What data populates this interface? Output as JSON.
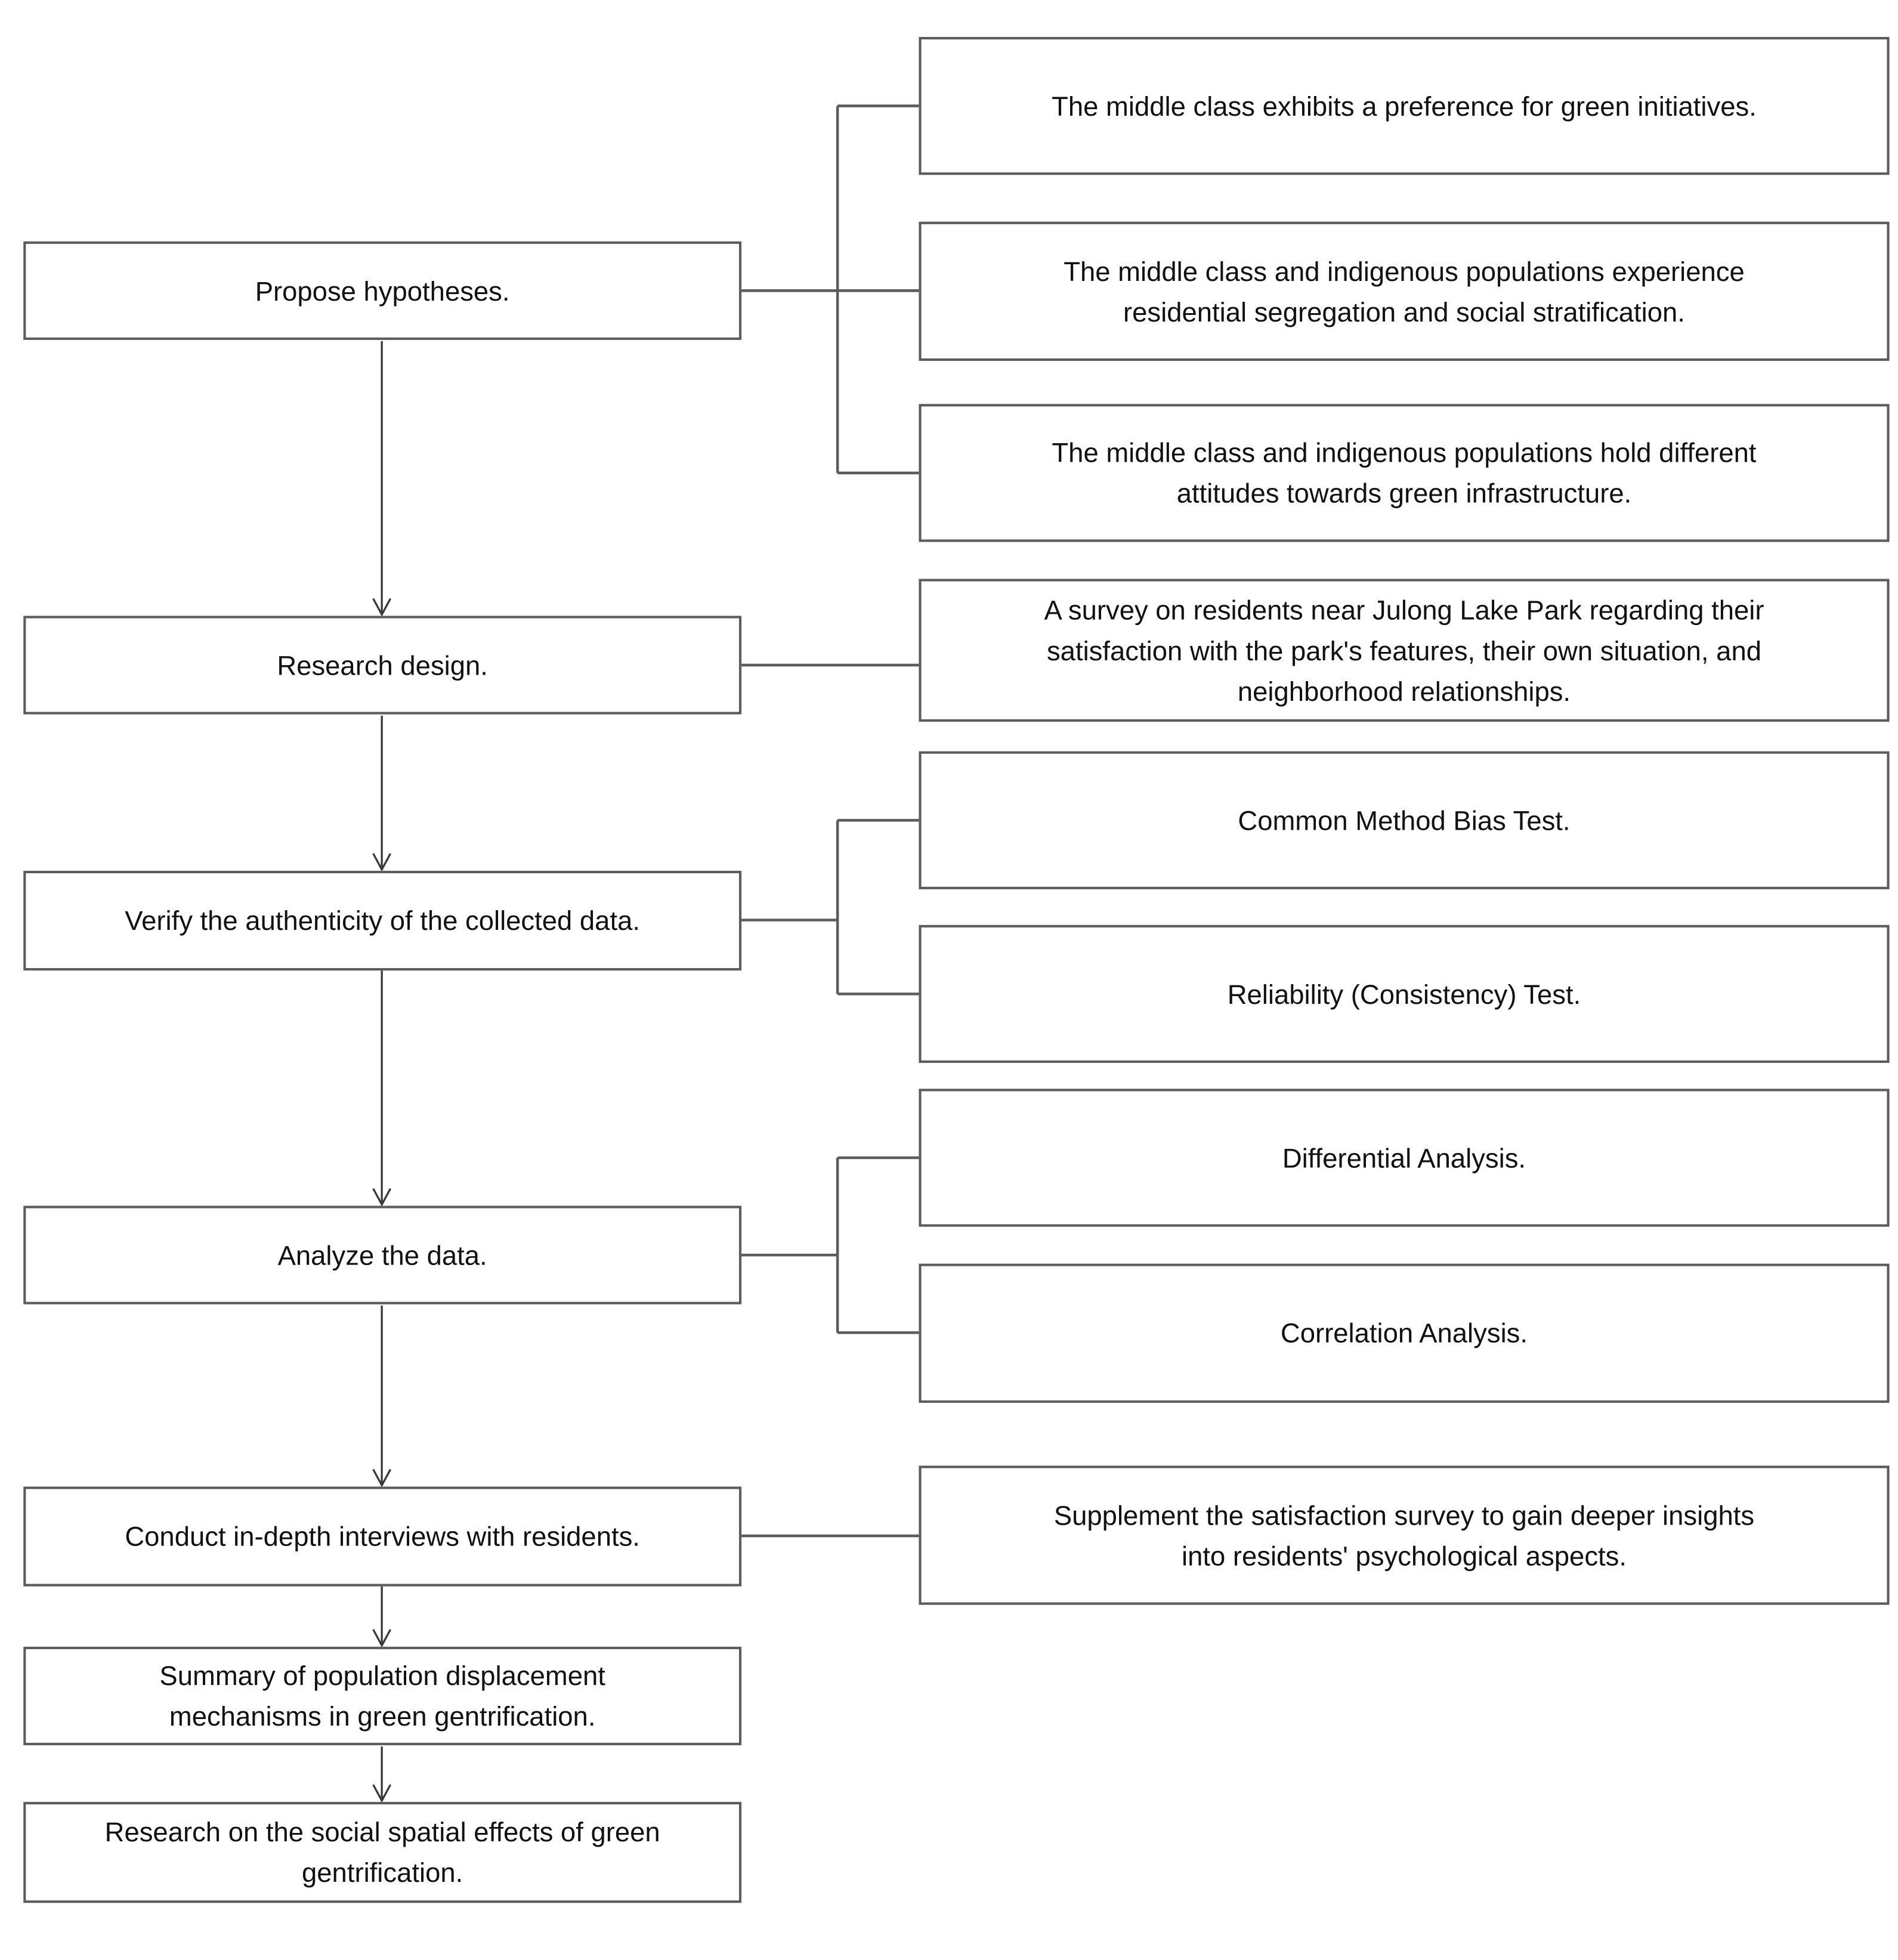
{
  "diagram": {
    "type": "flowchart",
    "background_color": "#ffffff",
    "box_border_color": "#5c5c5c",
    "connector_color": "#5c5c5c",
    "arrow_color": "#3a3a3a",
    "text_color": "#111111",
    "left_steps": [
      {
        "id": "propose-hypotheses",
        "label": "Propose hypotheses."
      },
      {
        "id": "research-design",
        "label": "Research design."
      },
      {
        "id": "verify-data",
        "label": "Verify the authenticity of the collected data."
      },
      {
        "id": "analyze-data",
        "label": "Analyze the data."
      },
      {
        "id": "interviews",
        "label": "Conduct in-depth interviews with residents."
      },
      {
        "id": "summary-displacement",
        "label": "Summary of population displacement mechanisms in green gentrification."
      },
      {
        "id": "social-spatial-research",
        "label": "Research on the social spatial effects of green gentrification."
      }
    ],
    "detail_boxes": [
      {
        "id": "hypothesis-green-preference",
        "parent": "propose-hypotheses",
        "label": "The middle class exhibits a preference for green initiatives."
      },
      {
        "id": "hypothesis-segregation",
        "parent": "propose-hypotheses",
        "label": "The middle class and indigenous populations experience residential segregation and social stratification."
      },
      {
        "id": "hypothesis-attitudes",
        "parent": "propose-hypotheses",
        "label": "The middle class and indigenous populations hold different attitudes towards green infrastructure."
      },
      {
        "id": "survey-julong-lake",
        "parent": "research-design",
        "label": "A survey on residents near Julong Lake Park regarding their satisfaction with the park's features, their own situation, and neighborhood relationships."
      },
      {
        "id": "common-method-bias-test",
        "parent": "verify-data",
        "label": "Common Method Bias Test."
      },
      {
        "id": "reliability-test",
        "parent": "verify-data",
        "label": "Reliability (Consistency) Test."
      },
      {
        "id": "differential-analysis",
        "parent": "analyze-data",
        "label": "Differential Analysis."
      },
      {
        "id": "correlation-analysis",
        "parent": "analyze-data",
        "label": "Correlation Analysis."
      },
      {
        "id": "supplement-survey",
        "parent": "interviews",
        "label": "Supplement the satisfaction survey to gain deeper insights into residents' psychological aspects."
      }
    ]
  }
}
